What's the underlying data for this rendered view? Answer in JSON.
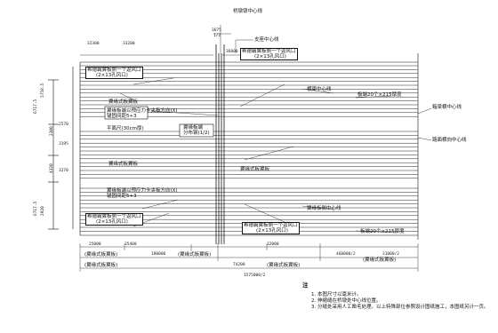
{
  "labels": {
    "top_center_line": "桥墩墩中心线",
    "top_width": "3675",
    "top_sub": "1/2",
    "pier_center": "支座中心线",
    "top_right_dim": "36000",
    "expand_top": "希德霸翼板侧一个返风口",
    "expand_top_sub": "(2×13孔风口)",
    "left_expand": "希德霸翼板侧一个返风口",
    "left_expand_sub": "(2×13孔风口)",
    "left_dims_top": [
      "32300",
      "33200"
    ],
    "diaphragm_center": "横梁中心线",
    "slab_lower_right": "板端20个×215厚度",
    "right_center_line": "箱梁横中心线",
    "right_edge_line": "路面横向中心线",
    "lateral_slab": "翼缘式板翼板",
    "note_box1": "翼缘板端以预应力卡夹板方向(X)",
    "note_box1b": "锚固间距5+3",
    "mid_box": "翼缘板端",
    "mid_box_sub": "分布钢(1/2)",
    "thickness": "平面尺(30cm厚)",
    "lower_note_box": "翼缘板端以预应力卡夹板方向(X)",
    "lower_note_box_b": "锚固间距5+3",
    "lower_expand": "希德霸翼板侧一个返风口",
    "lower_expand_sub": "(2×13孔风口)",
    "lower_right": "翼缘板侧中心线",
    "lower_right_slab": "板端20个×215厚度",
    "lower_left_expand": "希德霸翼板侧一个返风口",
    "lower_left_expand_sub": "(2×13孔风口)",
    "bottom_left_label": "(翼缘式板翼板)",
    "bottom_mid_label": "(翼缘式板翼板)",
    "bottom_right_label": "(翼缘式板翼板)",
    "bottom_left_label2": "(翼缘式板翼板)",
    "bottom_mid_label2": "(翼缘式板翼板)",
    "left_vert_dims": [
      "5758.5",
      "6717.5",
      "2300",
      "4320",
      "2920",
      "6717.5"
    ],
    "left_small_dims": [
      "2570",
      "3195",
      "3270"
    ],
    "bottom_dims": [
      "25000",
      "180000",
      "35400",
      "460000/2",
      "32000",
      "31000/2"
    ],
    "bottom_total_left": "74200",
    "bottom_total": "1575000/2"
  },
  "notes": {
    "title": "注",
    "items": [
      "1. 本图尺寸以毫米计。",
      "2. 伸缩缝在桥墩处中心线位置。",
      "3. 分缝处采用人工凿毛处理。以上特殊部位参照设计图纸施工，本图纸另计一页。"
    ]
  }
}
